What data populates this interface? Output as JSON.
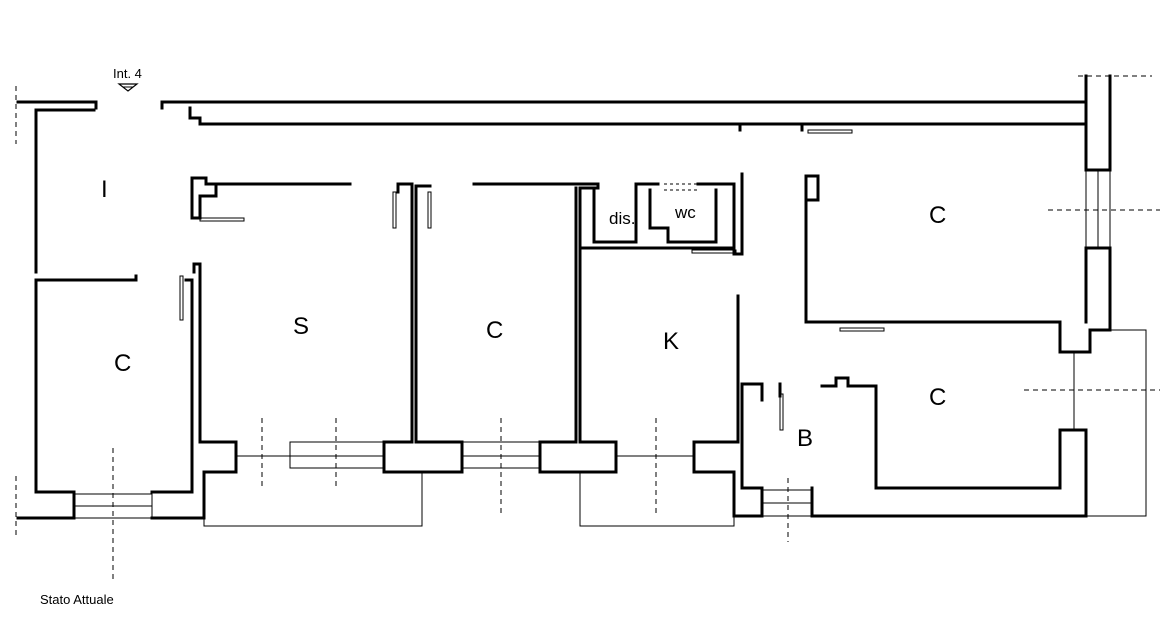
{
  "entrance_label": "Int. 4",
  "caption": "Stato Attuale",
  "rooms": {
    "ingresso": "I",
    "soggiorno": "S",
    "camera_left": "C",
    "camera_center": "C",
    "cucina": "K",
    "disimpegno": "dis.",
    "wc": "wc",
    "camera_top_right": "C",
    "bagno": "B",
    "camera_bottom_right": "C"
  }
}
